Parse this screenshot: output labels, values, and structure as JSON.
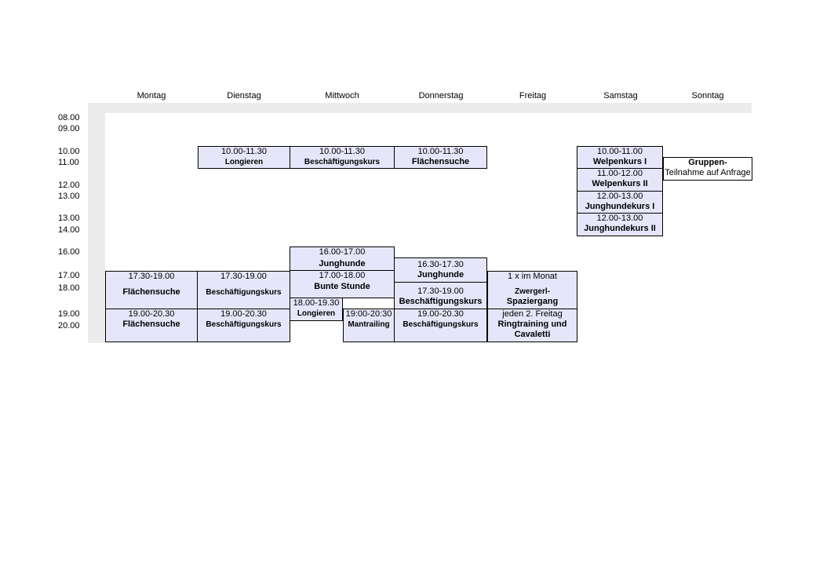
{
  "days": [
    "Montag",
    "Dienstag",
    "Mittwoch",
    "Donnerstag",
    "Freitag",
    "Samstag",
    "Sonntag"
  ],
  "times": [
    "08.00",
    "09.00",
    "10.00",
    "11.00",
    "12.00",
    "13.00",
    "13.00",
    "14.00",
    "16.00",
    "17.00",
    "18.00",
    "19.00",
    "20.00"
  ],
  "cells": {
    "di_long": {
      "time": "10.00-11.30",
      "title": "Longieren"
    },
    "mi_besch": {
      "time": "10.00-11.30",
      "title": "Beschäftigungskurs"
    },
    "do_flaech": {
      "time": "10.00-11.30",
      "title": "Flächensuche"
    },
    "sa_welp1": {
      "time": "10.00-11.00",
      "title": "Welpenkurs I"
    },
    "sa_welp2": {
      "time": "11.00-12.00",
      "title": "Welpenkurs II"
    },
    "sa_jung1": {
      "time": "12.00-13.00",
      "title": "Junghundekurs I"
    },
    "sa_jung2": {
      "time": "12.00-13.00",
      "title": "Junghundekurs II"
    },
    "so_gruppen": {
      "title": "Gruppen-",
      "subtitle": "Teilnahme auf Anfrage"
    },
    "mi_jung": {
      "time": "16.00-17.00",
      "title": "Junghunde"
    },
    "do_jung": {
      "time": "16.30-17.30",
      "title": "Junghunde"
    },
    "mo_flaech": {
      "time": "17.30-19.00",
      "title": "Flächensuche"
    },
    "di_besch": {
      "time": "17.30-19.00",
      "title": "Beschäftigungskurs"
    },
    "mi_bunte": {
      "time": "17.00-18.00",
      "title": "Bunte Stunde"
    },
    "mi_long": {
      "time": "18.00-19.30",
      "title": "Longieren"
    },
    "do_besch": {
      "time": "17.30-19.00",
      "title": "Beschäftigungskurs"
    },
    "fr_zwerg": {
      "time": "1 x im Monat",
      "title": "Zwergerl-",
      "title2": "Spaziergang"
    },
    "mo_flaech2": {
      "time": "19.00-20.30",
      "title": "Flächensuche"
    },
    "di_besch2": {
      "time": "19.00-20.30",
      "title": "Beschäftigungskurs"
    },
    "mi_mant": {
      "time": "19:00-20:30",
      "title": "Mantrailing"
    },
    "do_besch2": {
      "time": "19.00-20.30",
      "title": "Beschäftigungskurs"
    },
    "fr_ring": {
      "time": "jeden 2. Freitag",
      "title": "Ringtraining und",
      "title2": "Cavaletti"
    }
  }
}
